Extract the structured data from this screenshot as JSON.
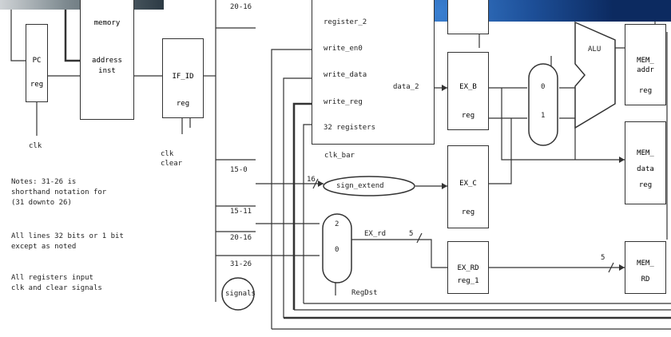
{
  "diagram": {
    "blocks": {
      "pc": {
        "name": "PC",
        "sub": "reg",
        "clk": "clk"
      },
      "memory": {
        "top": "memory",
        "addr1": "address",
        "addr2": "inst"
      },
      "if_id": {
        "name": "IF_ID",
        "sub": "reg",
        "clk": "clk",
        "clr": "clear"
      },
      "regfile": {
        "ports": [
          "register_2",
          "write_en0",
          "write_data",
          "write_reg",
          "32 registers"
        ],
        "clk": "clk_bar",
        "data_label": "data_2"
      },
      "ex_b": {
        "name": "EX_B",
        "sub": "reg"
      },
      "ex_c": {
        "name": "EX_C",
        "sub": "reg"
      },
      "ex_rd": {
        "name": "EX_RD",
        "sub": "reg_1"
      },
      "mux_b": {
        "top": "0",
        "bot": "1"
      },
      "mux_rd": {
        "top": "2",
        "bot": "0",
        "sel": "RegDst"
      },
      "alu": {
        "name": "ALU"
      },
      "mem_addr": {
        "name": "MEM_",
        "l2": "addr",
        "l3": "reg"
      },
      "mem_data": {
        "name": "MEM_",
        "l2": "data",
        "l3": "reg"
      },
      "mem_rd": {
        "name": "MEM_",
        "l2": "RD"
      },
      "sign_extend": {
        "label": "sign_extend",
        "width": "16"
      },
      "signals": {
        "label": "signals"
      }
    },
    "bus_labels": [
      "20-16",
      "15-0",
      "15-11",
      "20-16",
      "31-26"
    ],
    "wire_labels": {
      "ex_rd_in": "EX_rd",
      "width5a": "5",
      "width5b": "5"
    },
    "notes": [
      "Notes: 31-26 is\nshorthand notation for\n(31 downto 26)",
      "All lines 32 bits or 1 bit\nexcept as noted",
      "All registers input\nclk and clear signals"
    ]
  }
}
